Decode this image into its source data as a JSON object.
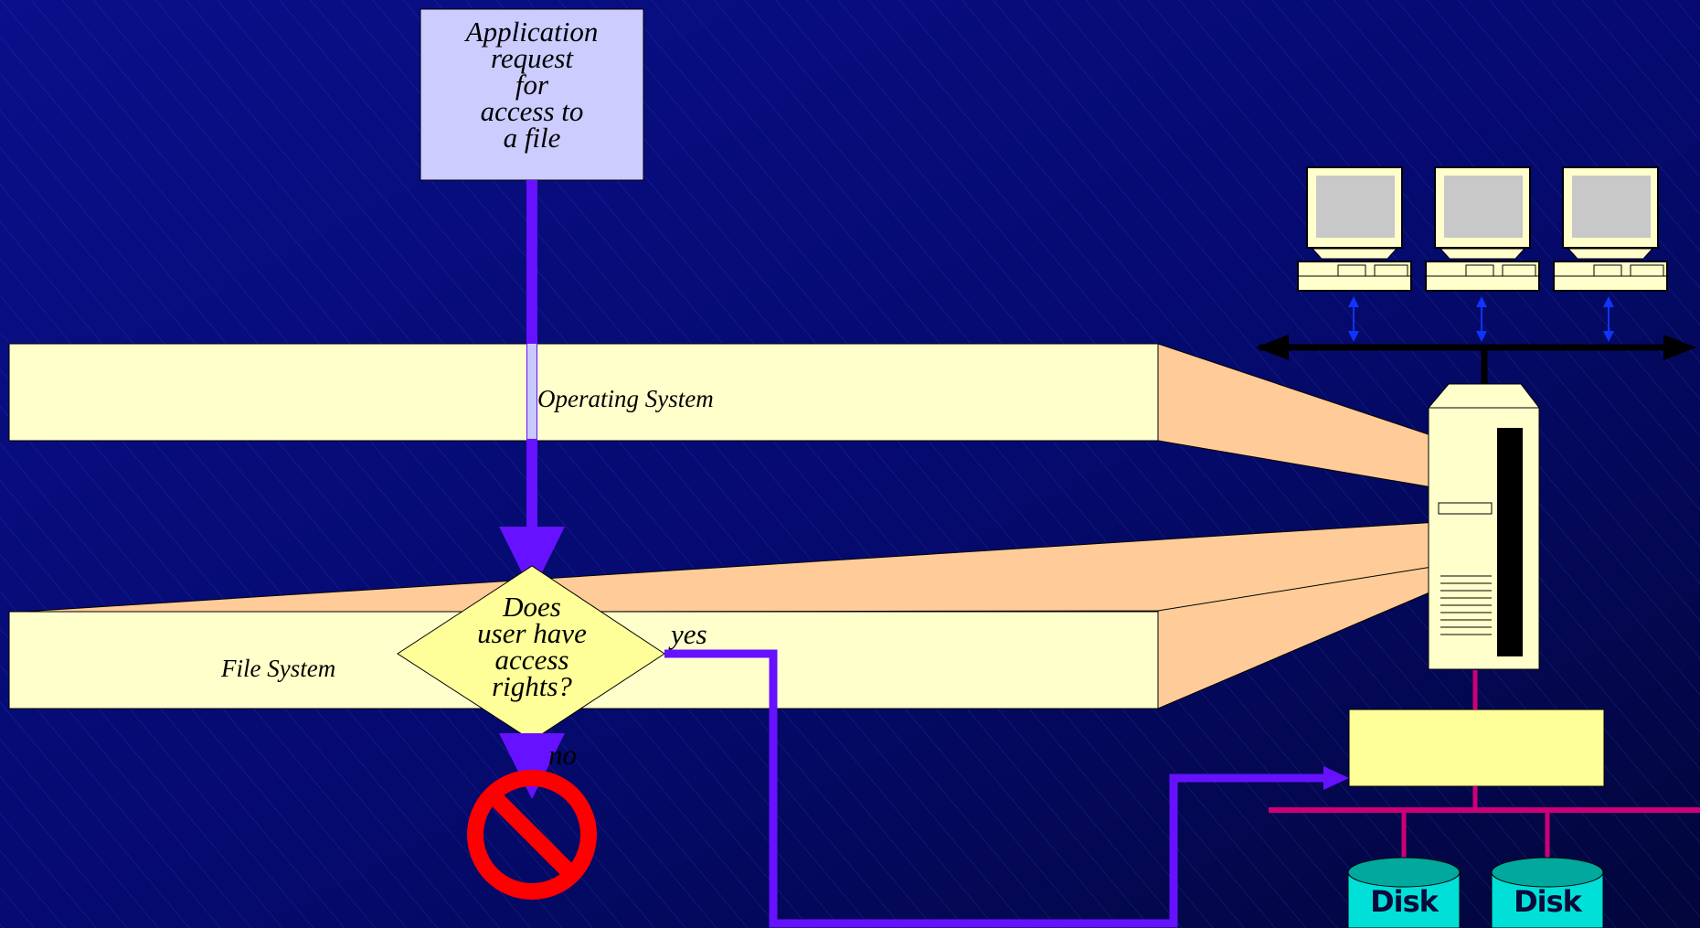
{
  "diagram": {
    "request_box": {
      "lines": [
        "Application",
        "request",
        "for",
        "access to",
        "a file"
      ]
    },
    "layers": {
      "operating_system": "Operating System",
      "file_system": "File System"
    },
    "decision": {
      "lines": [
        "Does",
        "user have",
        "access",
        "rights?"
      ],
      "yes_label": "yes",
      "no_label": "no"
    },
    "disks": [
      "Disk",
      "Disk"
    ],
    "colors": {
      "background": "#050a6e",
      "layer_fill": "#ffffcc",
      "wedge_fill": "#ffcc99",
      "flow_arrow": "#6611ff",
      "bus_line": "#cc0077",
      "disk_fill": "#00e0d8",
      "deny_symbol": "#ff0000"
    },
    "icons": [
      "workstation-icon",
      "server-tower-icon",
      "deny-icon",
      "disk-icon"
    ]
  }
}
